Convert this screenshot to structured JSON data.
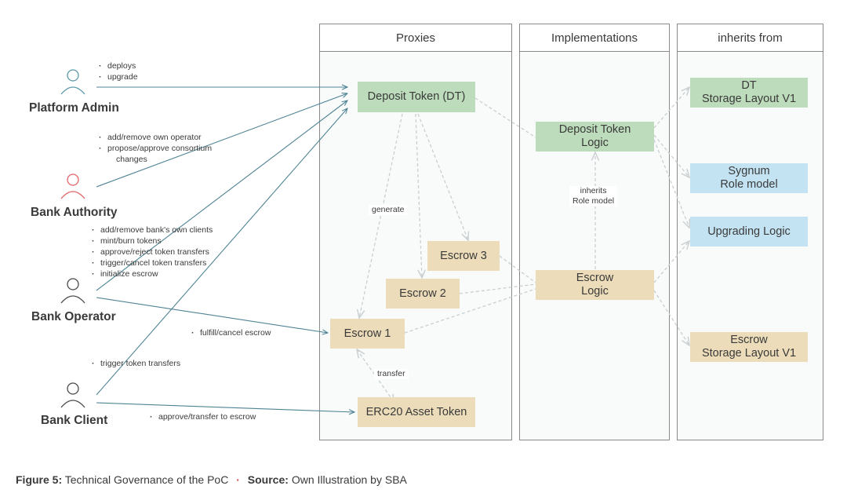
{
  "lanes": [
    {
      "id": "proxies",
      "title": "Proxies"
    },
    {
      "id": "implementations",
      "title": "Implementations"
    },
    {
      "id": "inherits",
      "title": "inherits from"
    }
  ],
  "nodes": {
    "deposit_token": {
      "label": "Deposit Token (DT)",
      "color": "#bddcbb"
    },
    "escrow3": {
      "label": "Escrow 3",
      "color": "#ecdcb9"
    },
    "escrow2": {
      "label": "Escrow 2",
      "color": "#ecdcb9"
    },
    "escrow1": {
      "label": "Escrow 1",
      "color": "#ecdcb9"
    },
    "erc20": {
      "label": "ERC20 Asset Token",
      "color": "#ecdcb9"
    },
    "dt_logic": {
      "label": "Deposit Token\nLogic",
      "color": "#bddcbb"
    },
    "escrow_logic": {
      "label": "Escrow\nLogic",
      "color": "#ecdcb9"
    },
    "dt_storage": {
      "label": "DT\nStorage Layout V1",
      "color": "#bddcbb"
    },
    "sygnum_role": {
      "label": "Sygnum\nRole model",
      "color": "#c4e3f2"
    },
    "upgrading_logic": {
      "label": "Upgrading Logic",
      "color": "#c4e3f2"
    },
    "escrow_storage": {
      "label": "Escrow\nStorage Layout V1",
      "color": "#ecdcb9"
    }
  },
  "actors": {
    "platform_admin": {
      "name": "Platform Admin",
      "color": "#5b9aab",
      "actions": [
        "deploys",
        "upgrade"
      ]
    },
    "bank_authority": {
      "name": "Bank Authority",
      "color": "#e06466",
      "actions": [
        "add/remove own operator",
        "propose/approve consortium",
        "changes"
      ]
    },
    "bank_operator": {
      "name": "Bank Operator",
      "color": "#4a4a4a",
      "actions": [
        "add/remove bank's own clients",
        "mint/burn tokens",
        "approve/reject token transfers",
        "trigger/cancel token transfers",
        "initialize escrow"
      ],
      "escrow_action": "fulfill/cancel escrow"
    },
    "bank_client": {
      "name": "Bank Client",
      "color": "#4a4a4a",
      "actions": [
        "trigger token transfers"
      ],
      "escrow_action": "approve/transfer to escrow"
    }
  },
  "edge_labels": {
    "generate": "generate",
    "inherits_role": "inherits\nRole model",
    "transfer": "transfer"
  },
  "colors": {
    "solid_edge": "#4e8394",
    "dashed_edge": "#c9ced1",
    "lane_border": "#8a8a8a"
  },
  "caption": {
    "figure_label": "Figure 5:",
    "figure_title": "Technical Governance of the PoC",
    "separator": "·",
    "source_label": "Source:",
    "source_text": "Own Illustration by SBA"
  }
}
